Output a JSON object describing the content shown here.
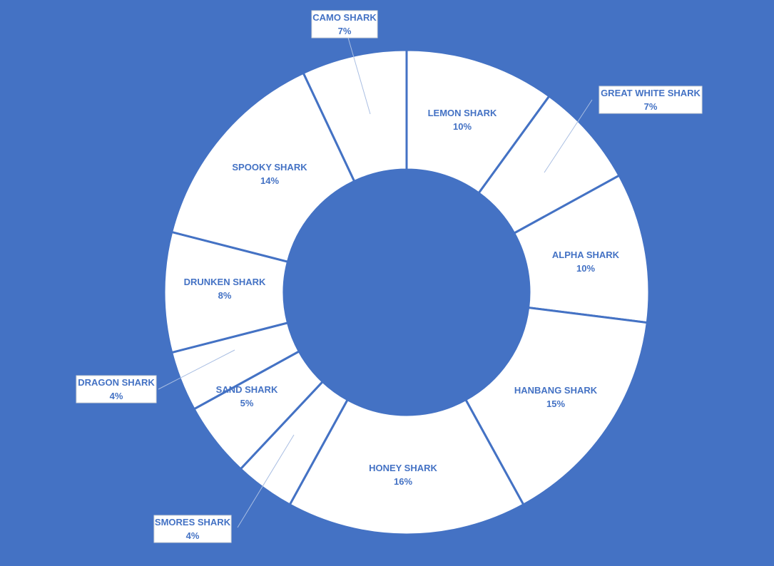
{
  "chart_data": {
    "type": "doughnut",
    "title": "",
    "categories": [
      "LEMON SHARK",
      "GREAT WHITE SHARK",
      "ALPHA SHARK",
      "HANBANG SHARK",
      "HONEY SHARK",
      "SMORES SHARK",
      "SAND SHARK",
      "DRAGON SHARK",
      "DRUNKEN SHARK",
      "SPOOKY SHARK",
      "CAMO SHARK"
    ],
    "values": [
      10,
      7,
      10,
      15,
      16,
      4,
      5,
      4,
      8,
      14,
      7
    ],
    "value_labels": [
      "10%",
      "7%",
      "10%",
      "15%",
      "16%",
      "4%",
      "5%",
      "4%",
      "8%",
      "14%",
      "7%"
    ],
    "legend": "none",
    "colors": {
      "background": "#4472C4",
      "slice_fill": "#FFFFFF",
      "slice_border": "#4472C4",
      "label_text": "#4472C4",
      "leader_line": "#A9BEE2"
    }
  }
}
